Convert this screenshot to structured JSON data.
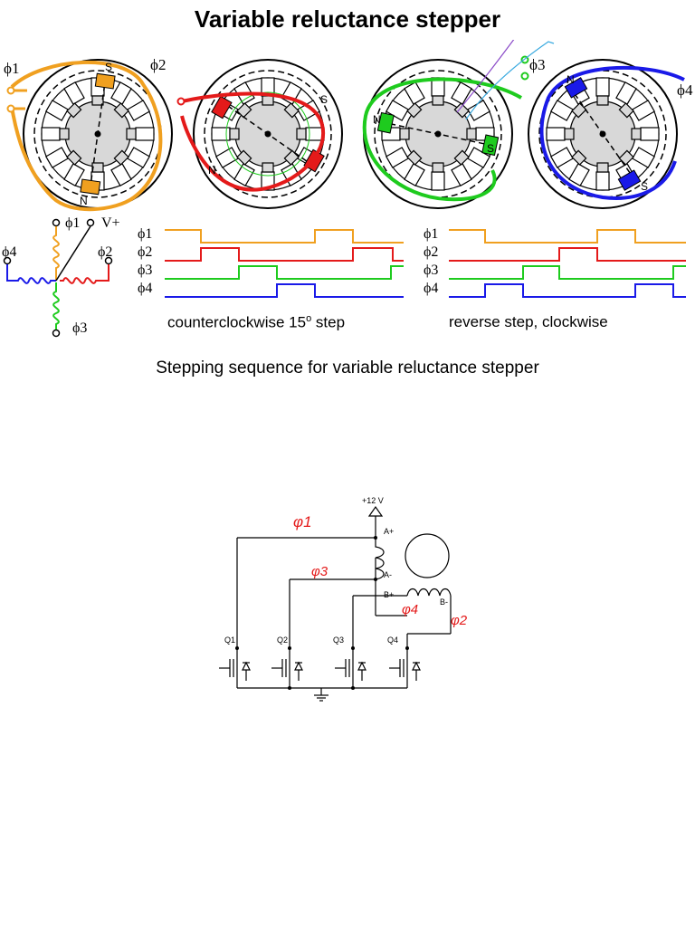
{
  "title": "Variable reluctance stepper",
  "phases": [
    {
      "label": "ϕ1",
      "color": "#f0a020"
    },
    {
      "label": "ϕ2",
      "color": "#e41a1a"
    },
    {
      "label": "ϕ3",
      "color": "#1ecb1e"
    },
    {
      "label": "ϕ4",
      "color": "#1a1ae8"
    }
  ],
  "rotor_pole_labels": {
    "north": "N",
    "south": "S"
  },
  "schematic_labels": {
    "v_plus": "V+"
  },
  "waveform_captions": {
    "ccw_main": "counterclockwise 15",
    "ccw_sup": "o",
    "ccw_tail": " step",
    "cw": "reverse step, clockwise"
  },
  "sequence_caption": "Stepping sequence for variable reluctance stepper",
  "driver_circuit": {
    "supply": "+12 V",
    "coil_terminals": [
      "A+",
      "A-",
      "B+",
      "B-"
    ],
    "transistors": [
      "Q1",
      "Q2",
      "Q3",
      "Q4"
    ],
    "handwritten": [
      "φ1",
      "φ3",
      "φ4",
      "φ2"
    ]
  }
}
